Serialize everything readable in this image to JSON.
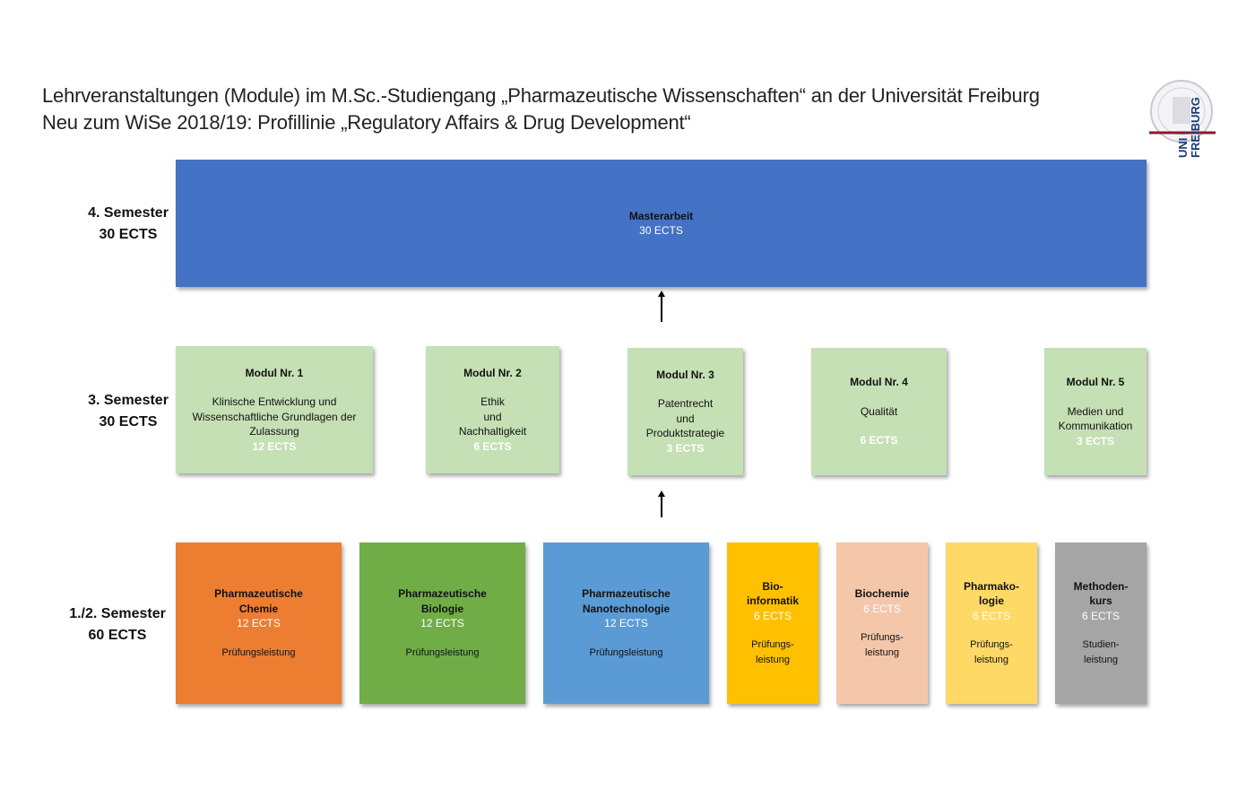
{
  "title_line1": "Lehrveranstaltungen (Module) im M.Sc.-Studiengang „Pharmazeutische Wissenschaften“ an der Universität Freiburg",
  "title_line2": "Neu zum WiSe 2018/19: Profillinie „Regulatory Affairs & Drug Development“",
  "logo_text": [
    "UNI",
    "FREIBURG"
  ],
  "semesters": [
    {
      "name": "4. Semester",
      "ects": "30 ECTS"
    },
    {
      "name": "3. Semester",
      "ects": "30 ECTS"
    },
    {
      "name": "1./2. Semester",
      "ects": "60 ECTS"
    }
  ],
  "master": {
    "title": "Masterarbeit",
    "ects": "30 ECTS"
  },
  "modules": [
    {
      "title": "Modul Nr. 1",
      "desc": [
        "Klinische Entwicklung und",
        "Wissenschaftliche Grundlagen der",
        "Zulassung"
      ],
      "ects": "12 ECTS"
    },
    {
      "title": "Modul Nr. 2",
      "desc": [
        "Ethik",
        "und",
        "Nachhaltigkeit"
      ],
      "ects": "6 ECTS"
    },
    {
      "title": "Modul Nr. 3",
      "desc": [
        "Patentrecht",
        "und",
        "Produktstrategie"
      ],
      "ects": "3 ECTS"
    },
    {
      "title": "Modul Nr. 4",
      "desc": [
        "Qualität"
      ],
      "ects": "6 ECTS"
    },
    {
      "title": "Modul Nr. 5",
      "desc": [
        "Medien und",
        "Kommunikation"
      ],
      "ects": "3 ECTS"
    }
  ],
  "basics": [
    {
      "title": [
        "Pharmazeutische",
        "Chemie"
      ],
      "ects": "12 ECTS",
      "note": [
        "Prüfungsleistung"
      ],
      "color": "#ed7d31"
    },
    {
      "title": [
        "Pharmazeutische",
        "Biologie"
      ],
      "ects": "12 ECTS",
      "note": [
        "Prüfungsleistung"
      ],
      "color": "#70ad47"
    },
    {
      "title": [
        "Pharmazeutische",
        "Nanotechnologie"
      ],
      "ects": "12 ECTS",
      "note": [
        "Prüfungsleistung"
      ],
      "color": "#5b9bd5"
    },
    {
      "title": [
        "Bio-",
        "informatik"
      ],
      "ects": "6 ECTS",
      "note": [
        "Prüfungs-",
        "leistung"
      ],
      "color": "#ffc000"
    },
    {
      "title": [
        "Biochemie"
      ],
      "ects": "6 ECTS",
      "note": [
        "Prüfungs-",
        "leistung"
      ],
      "color": "#f4c7ab"
    },
    {
      "title": [
        "Pharmako-",
        "logie"
      ],
      "ects": "6 ECTS",
      "note": [
        "Prüfungs-",
        "leistung"
      ],
      "color": "#ffd966"
    },
    {
      "title": [
        "Methoden-",
        "kurs"
      ],
      "ects": "6 ECTS",
      "note": [
        "Studien-",
        "leistung"
      ],
      "color": "#a5a5a5"
    }
  ]
}
